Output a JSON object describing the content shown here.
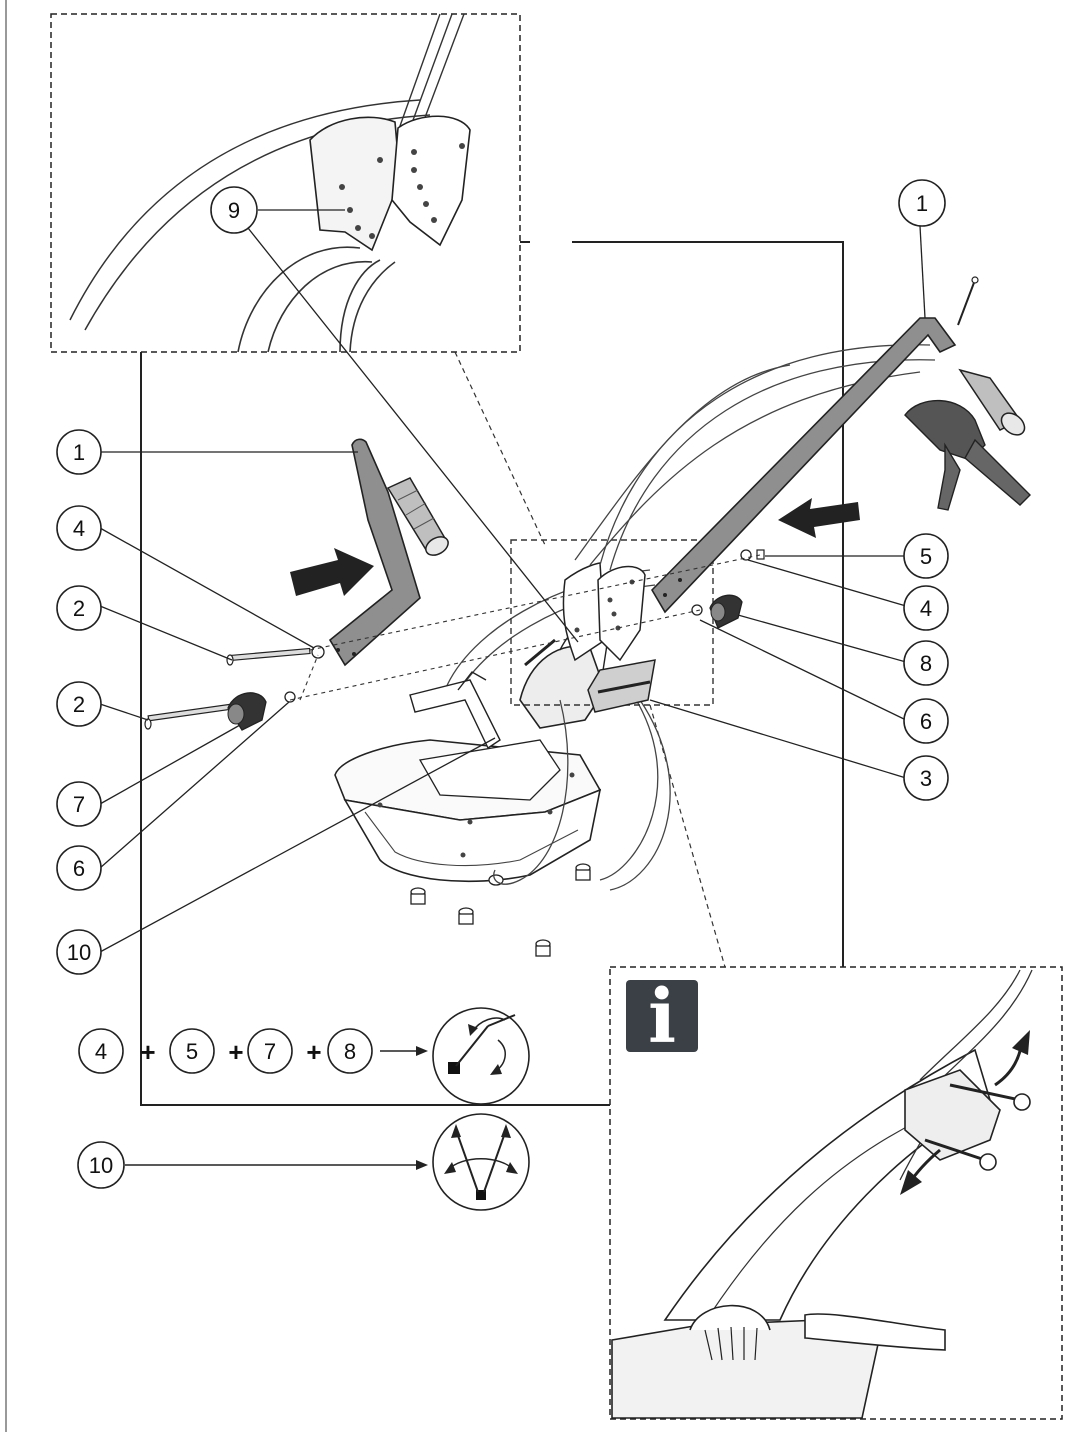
{
  "colors": {
    "line": "#222222",
    "part_fill": "#8f8f8f",
    "part_light": "#d9d9d9",
    "info_badge": "#3a4045",
    "background": "#ffffff"
  },
  "callouts": {
    "top_right_1": "1",
    "left_1": "1",
    "left_4": "4",
    "left_2a": "2",
    "left_2b": "2",
    "left_7": "7",
    "left_6": "6",
    "left_10": "10",
    "top_9": "9",
    "right_5": "5",
    "right_4": "4",
    "right_8": "8",
    "right_6": "6",
    "right_3": "3"
  },
  "legend": {
    "row1": [
      "4",
      "5",
      "7",
      "8"
    ],
    "plus": "+",
    "row2": "10",
    "row1_icon": "adjust-height-icon",
    "row2_icon": "adjust-side-angle-icon"
  },
  "info_badge": {
    "text": "i",
    "icon": "info-icon"
  }
}
